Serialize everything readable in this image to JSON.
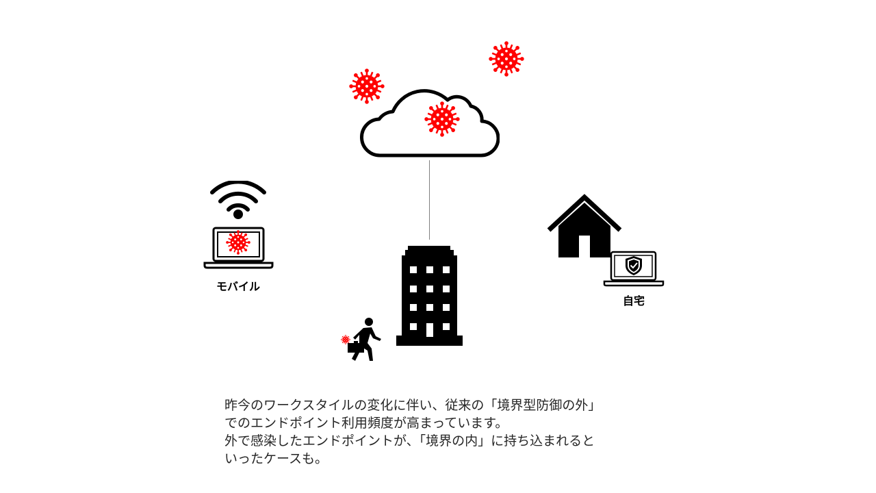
{
  "labels": {
    "mobile": "モバイル",
    "home": "自宅"
  },
  "description": {
    "lines": [
      "昨今のワークスタイルの変化に伴い、従来の「境界型防御の外」",
      "でのエンドポイント利用頻度が高まっています。",
      "外で感染したエンドポイントが、「境界の内」に持ち込まれると",
      "いったケースも。"
    ]
  },
  "colors": {
    "virus": "#ff0000",
    "icon": "#000000",
    "connector": "#7f7f7f"
  }
}
